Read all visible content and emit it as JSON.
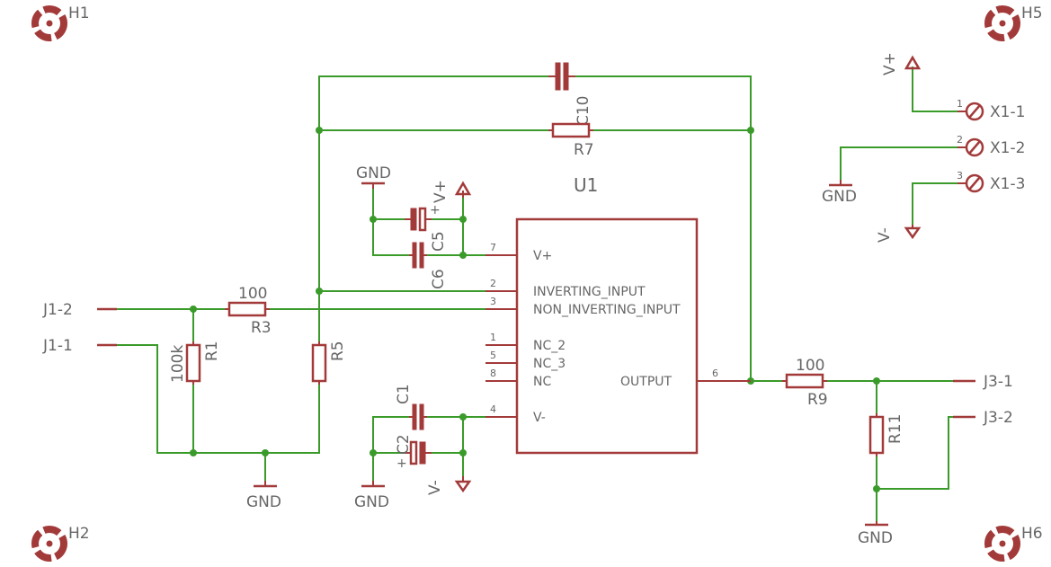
{
  "colors": {
    "wire": "#3a9b2a",
    "part": "#a33a3a",
    "text": "#666666",
    "background": "#ffffff"
  },
  "mounting_holes": {
    "h1": "H1",
    "h2": "H2",
    "h5": "H5",
    "h6": "H6"
  },
  "u1": {
    "name": "U1",
    "pins": {
      "vplus": {
        "num": "7",
        "name": "V+"
      },
      "inv": {
        "num": "2",
        "name": "INVERTING_INPUT"
      },
      "noninv": {
        "num": "3",
        "name": "NON_INVERTING_INPUT"
      },
      "nc2": {
        "num": "1",
        "name": "NC_2"
      },
      "nc3": {
        "num": "5",
        "name": "NC_3"
      },
      "nc": {
        "num": "8",
        "name": "NC"
      },
      "vminus": {
        "num": "4",
        "name": "V-"
      },
      "output": {
        "num": "6",
        "name": "OUTPUT"
      }
    }
  },
  "parts": {
    "c10": "C10",
    "r7": "R7",
    "c5": "C5",
    "c6": "C6",
    "c1": "C1",
    "c2": "C2",
    "r3": {
      "name": "R3",
      "value": "100"
    },
    "r1": {
      "name": "R1",
      "value": "100k"
    },
    "r5": "R5",
    "r9": {
      "name": "R9",
      "value": "100"
    },
    "r11": "R11"
  },
  "supplies": {
    "gnd": "GND",
    "vplus": "V+",
    "vminus": "V-"
  },
  "connectors": {
    "j1_2": "J1-2",
    "j1_1": "J1-1",
    "j3_1": "J3-1",
    "j3_2": "J3-2",
    "x1_1": {
      "label": "X1-1",
      "num": "1"
    },
    "x1_2": {
      "label": "X1-2",
      "num": "2"
    },
    "x1_3": {
      "label": "X1-3",
      "num": "3"
    }
  }
}
